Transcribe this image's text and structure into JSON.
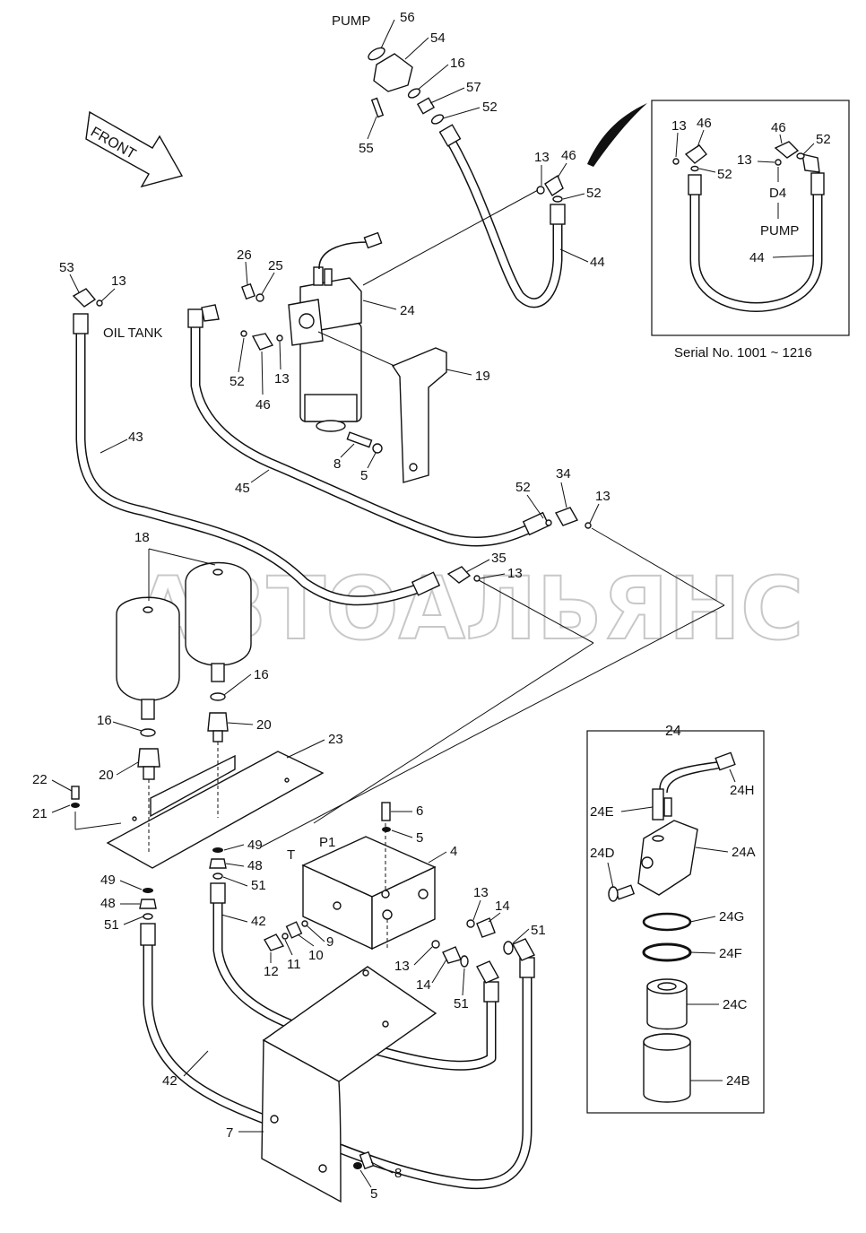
{
  "texts": {
    "pump_top": "PUMP",
    "front": "FRONT",
    "oil_tank": "OIL TANK",
    "d4": "D4",
    "pump_inset": "PUMP",
    "serial": "Serial No. 1001 ~ 1216",
    "p1": "P1",
    "t": "T",
    "watermark": "АВТОАЛЬЯНС",
    "inset2_title": "24"
  },
  "labels": {
    "l56": "56",
    "l54": "54",
    "l16a": "16",
    "l57": "57",
    "l52a": "52",
    "l55": "55",
    "l13a": "13",
    "l46a": "46",
    "l52b": "52",
    "l44": "44",
    "l13i": "13",
    "l46i": "46",
    "l52i": "52",
    "l46j": "46",
    "l52j": "52",
    "l13j": "13",
    "l44i": "44",
    "l53": "53",
    "l13b": "13",
    "l26": "26",
    "l25": "25",
    "l24": "24",
    "l19": "19",
    "l52c": "52",
    "l46b": "46",
    "l13c": "13",
    "l8a": "8",
    "l5a": "5",
    "l43": "43",
    "l45": "45",
    "l52d": "52",
    "l34": "34",
    "l13d": "13",
    "l35": "35",
    "l13e": "13",
    "l18": "18",
    "l16b": "16",
    "l16c": "16",
    "l20a": "20",
    "l20b": "20",
    "l23": "23",
    "l22": "22",
    "l21": "21",
    "l6": "6",
    "l5b": "5",
    "l4": "4",
    "l49a": "49",
    "l48a": "48",
    "l51a": "51",
    "l49b": "49",
    "l48b": "48",
    "l51b": "51",
    "l42a": "42",
    "l9": "9",
    "l10": "10",
    "l11": "11",
    "l12": "12",
    "l13f": "13",
    "l14a": "14",
    "l51c": "51",
    "l13g": "13",
    "l14b": "14",
    "l51d": "51",
    "l42b": "42",
    "l7": "7",
    "l8b": "8",
    "l5c": "5",
    "l24H": "24H",
    "l24E": "24E",
    "l24D": "24D",
    "l24A": "24A",
    "l24G": "24G",
    "l24F": "24F",
    "l24C": "24C",
    "l24B": "24B"
  }
}
